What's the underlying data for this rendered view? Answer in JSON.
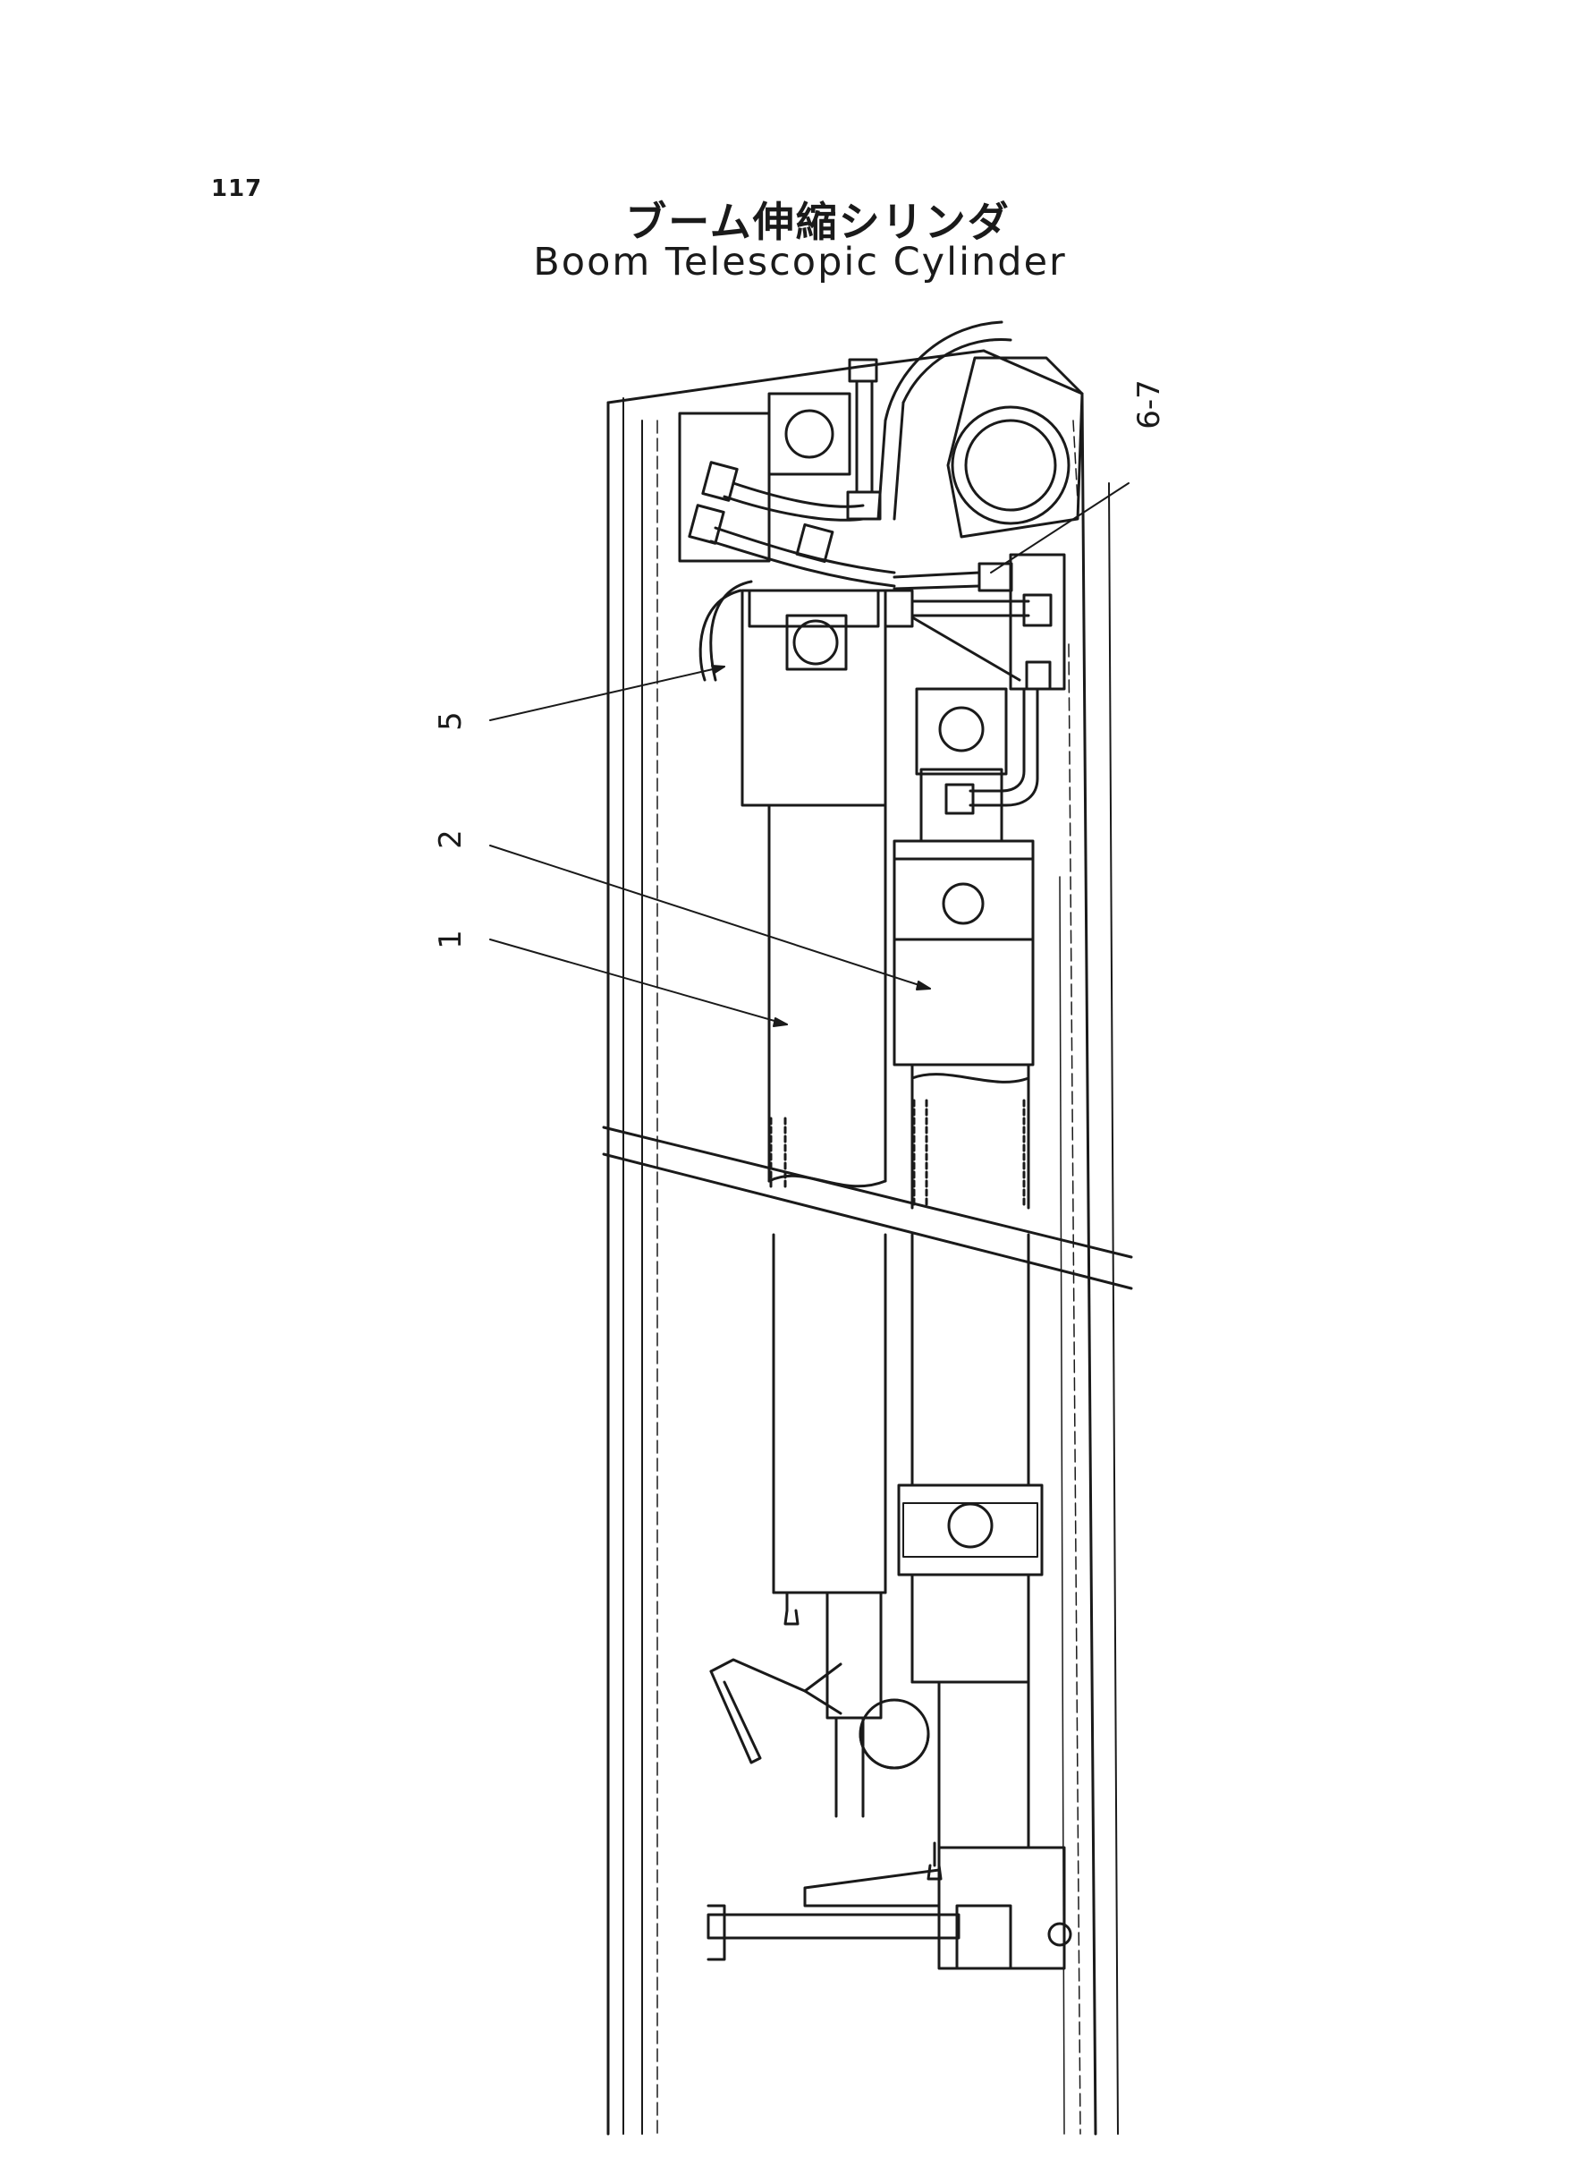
{
  "page": {
    "number": "117"
  },
  "title": {
    "japanese": "ブーム伸縮シリンダ",
    "english": "Boom Telescopic Cylinder"
  },
  "callouts": {
    "c1": "1",
    "c2": "2",
    "c5": "5",
    "c67": "6-7"
  },
  "colors": {
    "ink": "#1a1a1a",
    "background": "#ffffff"
  }
}
